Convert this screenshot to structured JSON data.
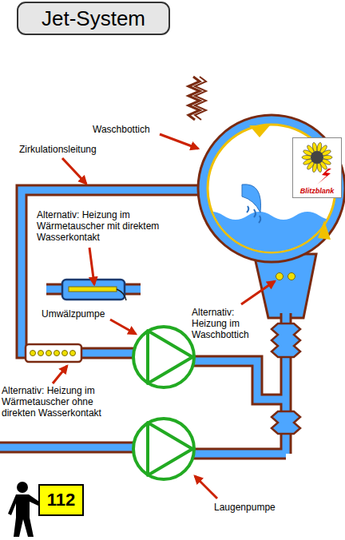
{
  "diagram": {
    "title": "Jet-System",
    "nodes": [
      {
        "text": [
          "Blitzblank"
        ]
      },
      {
        "text": [
          "112"
        ]
      }
    ],
    "labels": [
      "Waschbottich",
      "Zirkulationsleitung",
      "Alternativ: Heizung im Wärmetauscher mit direktem Wasserkontakt",
      "Umwälzpumpe",
      "Alternativ: Heizung im Waschbottich",
      "Alternativ: Heizung im Wärmetauscher ohne direkten Wasserkontakt",
      "Laugenpumpe"
    ]
  }
}
